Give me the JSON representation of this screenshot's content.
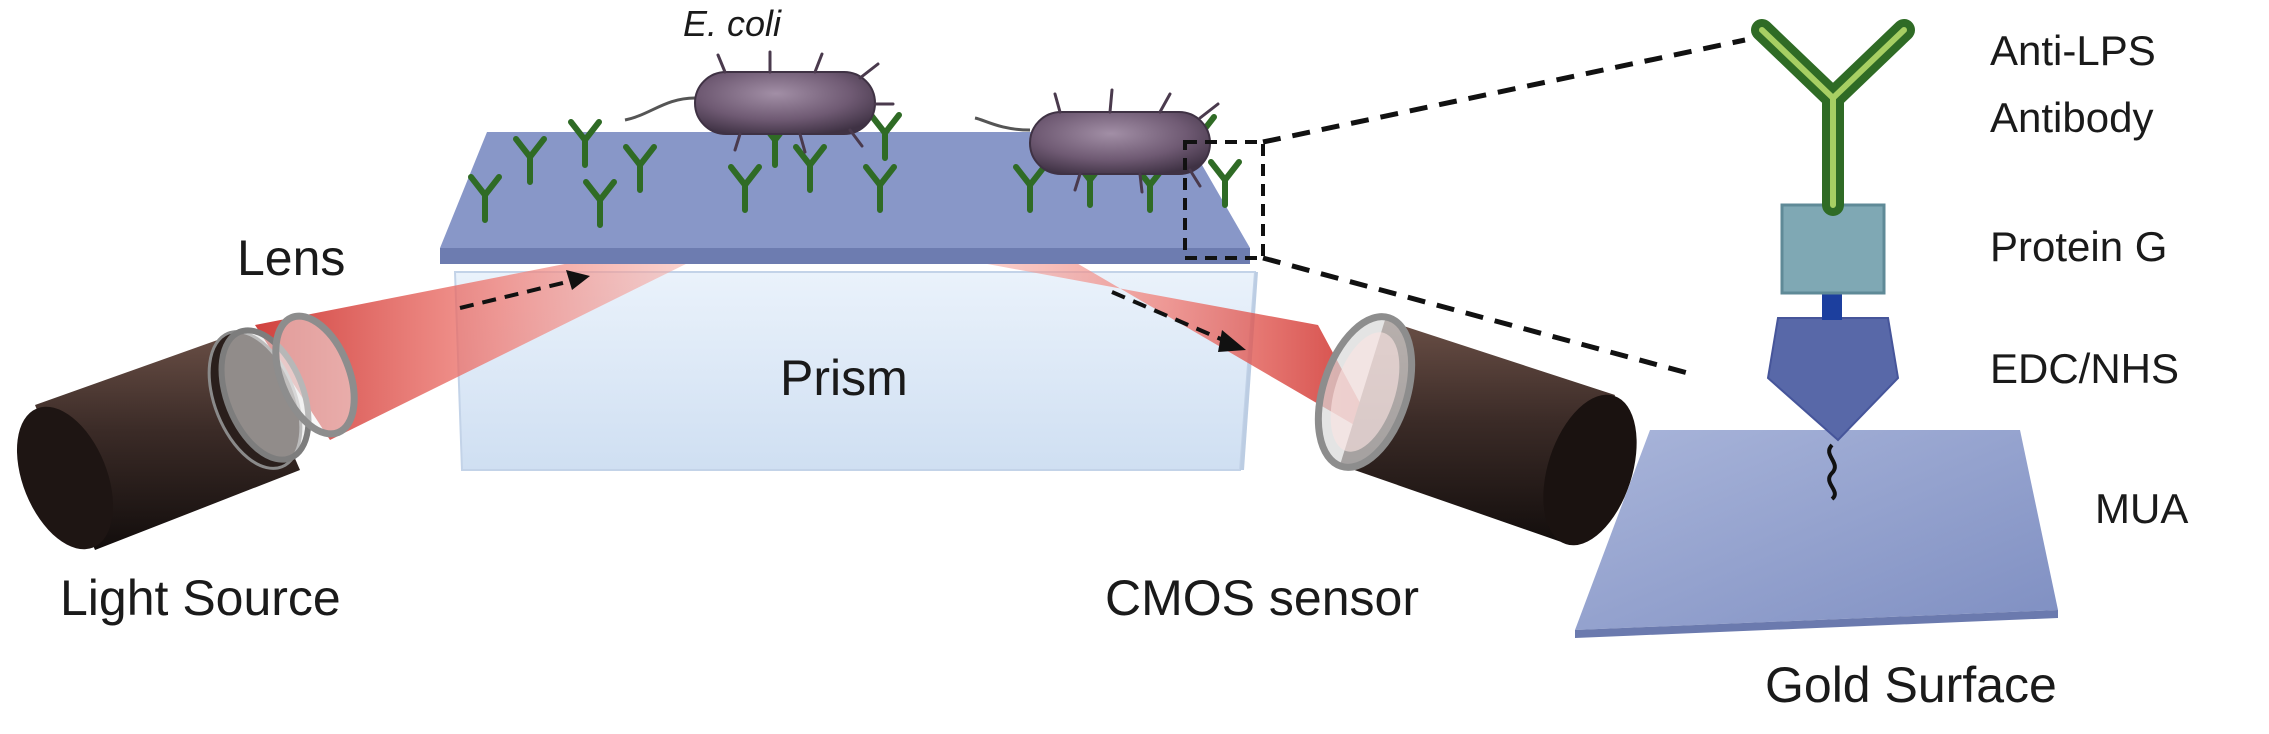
{
  "labels": {
    "bacteria": "E. coli",
    "lens": "Lens",
    "prism": "Prism",
    "light_source": "Light Source",
    "cmos_sensor": "CMOS sensor",
    "gold_surface": "Gold Surface",
    "antibody_line1": "Anti-LPS",
    "antibody_line2": "Antibody",
    "protein_g": "Protein  G",
    "edc_nhs": "EDC/NHS",
    "mua": "MUA"
  },
  "icons": {
    "antibody": "antibody-icon",
    "bacterium": "bacterium-icon",
    "light_source": "light-source-icon",
    "lens": "lens-icon",
    "cmos": "cmos-sensor-icon",
    "prism": "prism-icon"
  },
  "colors": {
    "antibody": "#2f6b25",
    "antibody_light": "#a7cf63",
    "gold_surface": "#8fa0cd",
    "sensor_chip": "#8897c8",
    "prism": "#dbe8f6",
    "beam": "#e8453f",
    "bacterium": "#6f5a73",
    "protein_g": "#7fa8b4",
    "edc_nhs": "#5868a8",
    "linker": "#1c3f9e",
    "camera_body": "#3b2b27"
  }
}
